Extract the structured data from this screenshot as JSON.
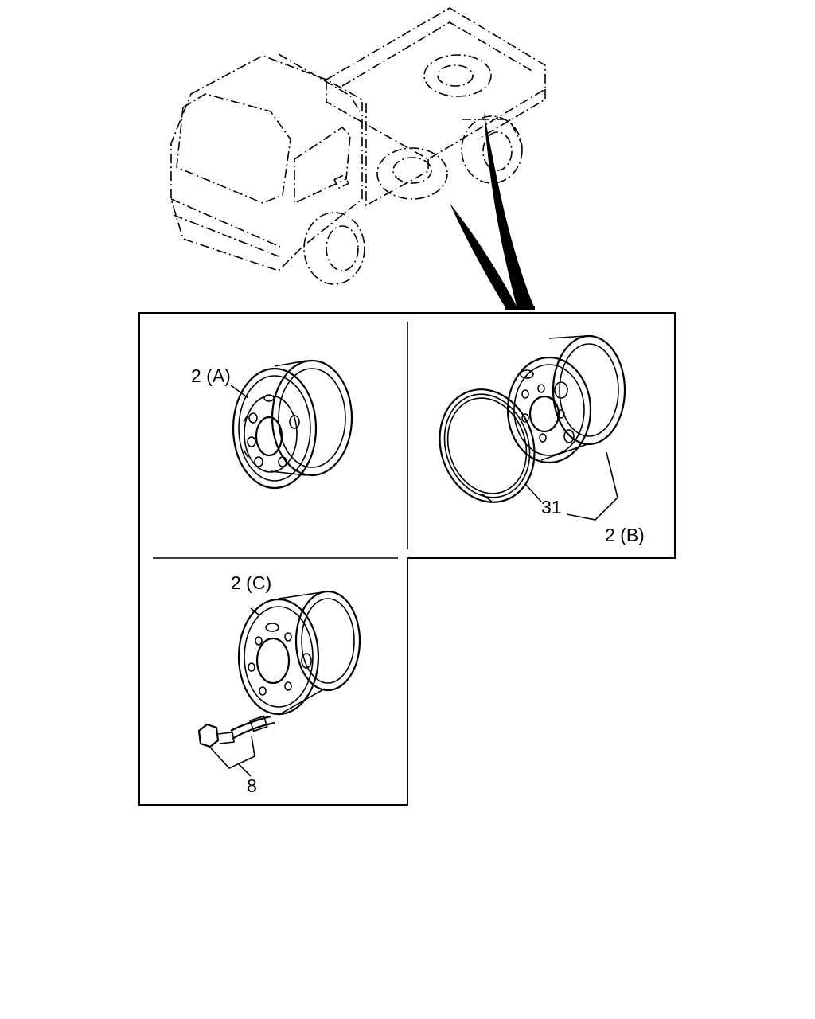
{
  "callouts": {
    "wheel_a": "2 (A)",
    "wheel_b": "2 (B)",
    "wheel_c": "2 (C)",
    "ring": "31",
    "valve": "8"
  },
  "icons": {
    "truck": "truck-phantom-outline-icon",
    "pointer": "pointer-arrow-icon",
    "wheel": "disc-wheel-icon",
    "ring": "side-ring-icon",
    "valve": "valve-extension-icon"
  }
}
